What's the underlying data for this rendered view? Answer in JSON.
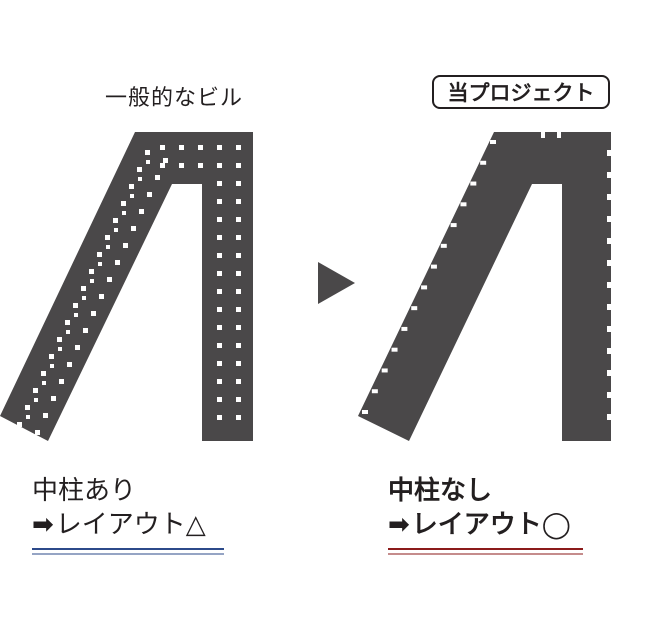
{
  "left": {
    "title": "一般的なビル",
    "caption_line1": "中柱あり",
    "caption_arrow": "➡",
    "caption_line2": "レイアウト△",
    "underline_color": "#2c4a8a"
  },
  "right": {
    "badge": "当プロジェクト",
    "caption_line1": "中柱なし",
    "caption_arrow": "➡",
    "caption_line2": "レイアウト◯",
    "underline_color": "#8b1a1a"
  },
  "colors": {
    "shape": "#4a4849",
    "text": "#231f20",
    "dots": "#ffffff"
  },
  "icons": {
    "transition": "triangle-right-icon"
  }
}
